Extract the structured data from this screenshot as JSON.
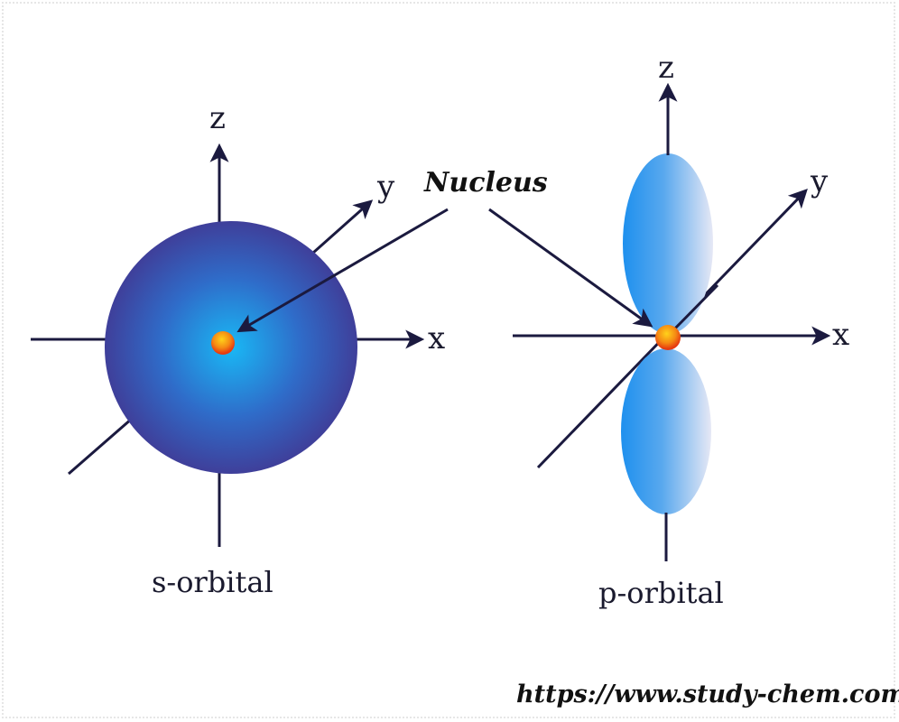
{
  "diagram": {
    "annotation": "Nucleus",
    "source_url": "https://www.study-chem.com/",
    "s_orbital": {
      "label": "s-orbital",
      "axes": {
        "x": "x",
        "y": "y",
        "z": "z"
      }
    },
    "p_orbital": {
      "label": "p-orbital",
      "axes": {
        "x": "x",
        "y": "y",
        "z": "z"
      }
    }
  },
  "colors": {
    "axis": "#1b1a3f",
    "sphere_outer": "#3f3f9a",
    "sphere_inner": "#19b8f5",
    "lobe_dark": "#1e90ee",
    "lobe_light": "#e6e8f5",
    "nucleus_core": "#ffd21a",
    "nucleus_edge": "#e63a10"
  }
}
